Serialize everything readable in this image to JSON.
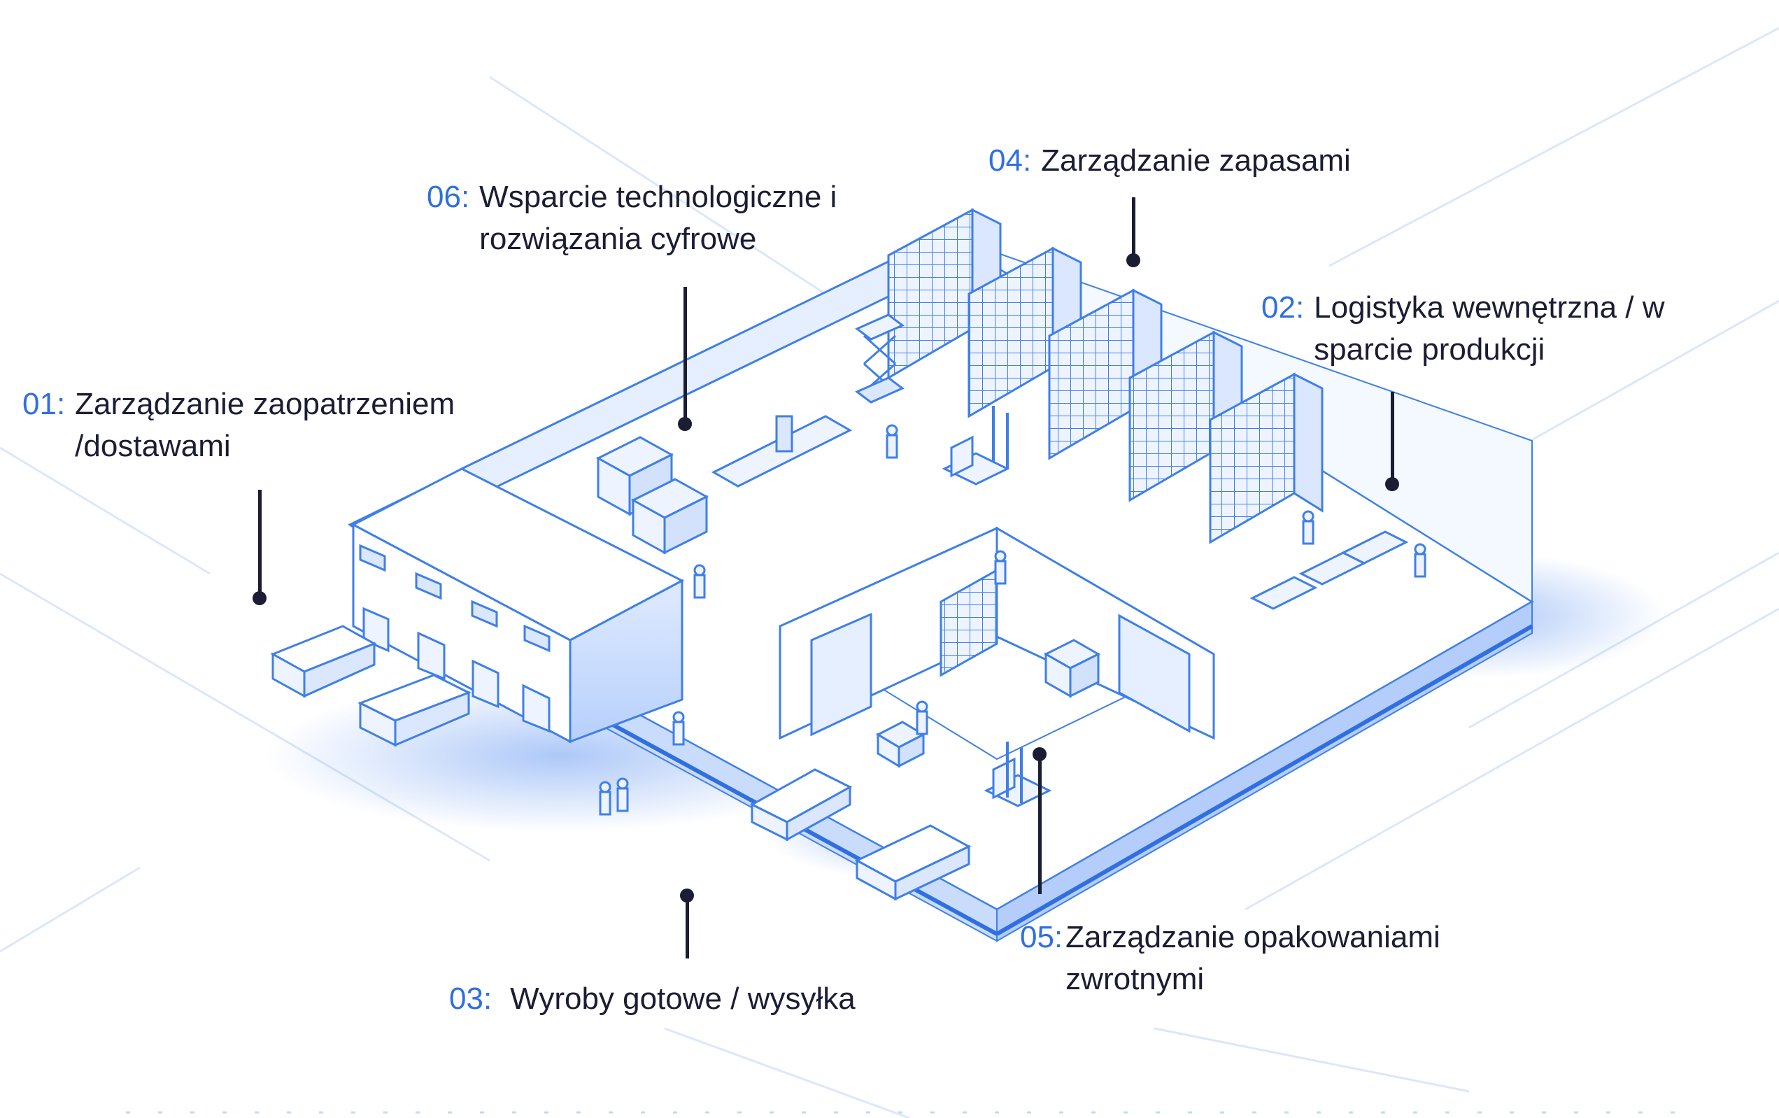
{
  "callouts": [
    {
      "id": "01",
      "num": "01:",
      "lines": [
        "Zarządzanie zaopatrzeniem",
        "/dostawami"
      ]
    },
    {
      "id": "02",
      "num": "02:",
      "lines": [
        "Logistyka wewnętrzna / w",
        "sparcie produkcji"
      ]
    },
    {
      "id": "03",
      "num": "03:",
      "lines": [
        "Wyroby gotowe / wysyłka"
      ]
    },
    {
      "id": "04",
      "num": "04:",
      "lines": [
        "Zarządzanie zapasami"
      ]
    },
    {
      "id": "05",
      "num": "05:",
      "lines": [
        "Zarządzanie opakowaniami",
        "zwrotnymi"
      ]
    },
    {
      "id": "06",
      "num": "06:",
      "lines": [
        "Wsparcie technologiczne i",
        "rozwiązania cyfrowe"
      ]
    }
  ],
  "colors": {
    "accent_number": "#2f6fe0",
    "label_text": "#1a1d33",
    "line_blue": "#3f7fe8",
    "fill_light": "#e6efff",
    "fill_mid": "#c9dcfb"
  },
  "icons": [
    "warehouse-building",
    "storage-rack",
    "pallet",
    "forklift",
    "delivery-truck",
    "worker",
    "scissor-lift",
    "conveyor",
    "trolley-train",
    "loading-door"
  ]
}
